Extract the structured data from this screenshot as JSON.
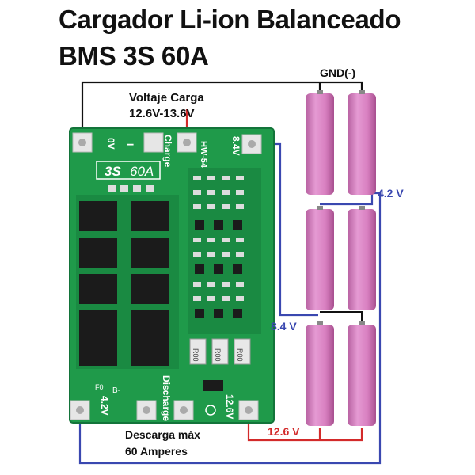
{
  "title_line1": "Cargador Li-ion Balanceado",
  "title_line2": "BMS 3S 60A",
  "labels": {
    "gnd": "GND(-)",
    "charge_voltage_title": "Voltaje Carga",
    "charge_voltage_range": "12.6V-13.6V",
    "v42": "4.2 V",
    "v84": "8.4 V",
    "v126": "12.6 V",
    "discharge_line1": "Descarga máx",
    "discharge_line2": "60 Amperes"
  },
  "board": {
    "model": "3S",
    "current": "60A",
    "pad_0v": "0V",
    "pad_charge": "Charge",
    "pad_hw": "HW-54",
    "pad_84v_top": "8.4V",
    "pad_42v": "4.2V",
    "pad_discharge": "Discharge",
    "pad_126v": "12.6V",
    "resistor_marks": [
      "R00",
      "R00",
      "R00"
    ],
    "cap_label": "F0",
    "side_label": "B-"
  },
  "colors": {
    "board": "#1f9a4a",
    "board_dark": "#13743a",
    "cell": "#d87fc0",
    "wire_black": "#111111",
    "wire_blue": "#3a48b0",
    "wire_red": "#d32a2a"
  }
}
